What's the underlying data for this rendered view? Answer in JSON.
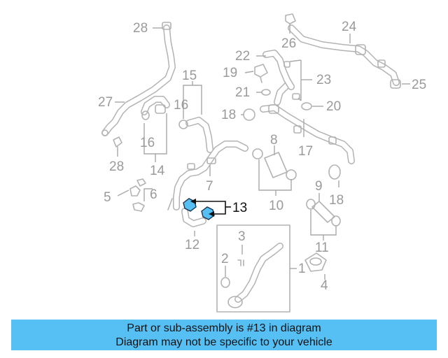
{
  "diagram": {
    "callouts": {
      "c1": "1",
      "c2": "2",
      "c3": "3",
      "c4": "4",
      "c5": "5",
      "c6": "6",
      "c7": "7",
      "c8": "8",
      "c9": "9",
      "c10": "10",
      "c11": "11",
      "c12": "12",
      "c13": "13",
      "c14": "14",
      "c15": "15",
      "c16a": "16",
      "c16b": "16",
      "c17": "17",
      "c18a": "18",
      "c18b": "18",
      "c19": "19",
      "c20": "20",
      "c21": "21",
      "c22": "22",
      "c23": "23",
      "c24": "24",
      "c25": "25",
      "c26": "26",
      "c27": "27",
      "c28a": "28",
      "c28b": "28"
    },
    "highlighted_part": "13",
    "colors": {
      "part_line": "#b3b3b3",
      "highlight_fill": "#56bff4",
      "highlight_text": "#111111",
      "banner_bg": "#56bff4"
    }
  },
  "banner": {
    "line1": "Part or sub-assembly is #13 in diagram",
    "line2": "Diagram may not be specific to your vehicle"
  }
}
